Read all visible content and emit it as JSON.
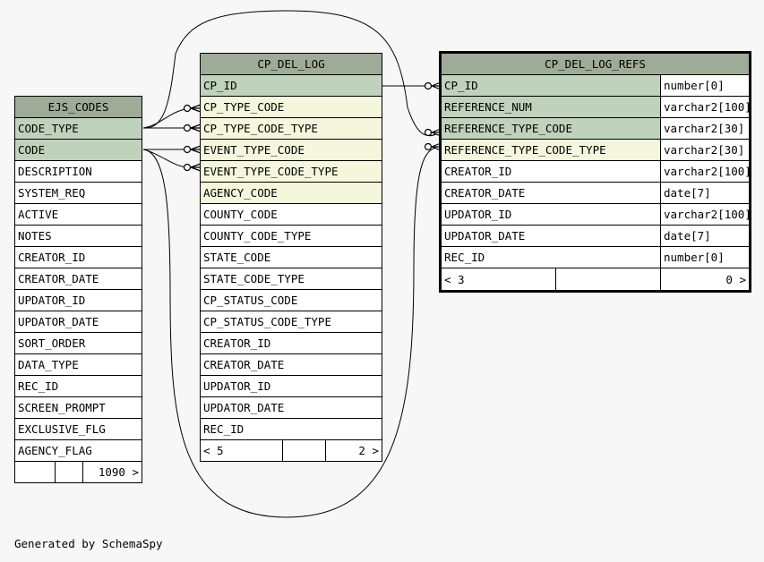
{
  "tables": {
    "ejs_codes": {
      "name": "EJS_CODES",
      "columns": [
        {
          "name": "CODE_TYPE",
          "kind": "pk"
        },
        {
          "name": "CODE",
          "kind": "pk"
        },
        {
          "name": "DESCRIPTION",
          "kind": ""
        },
        {
          "name": "SYSTEM_REQ",
          "kind": ""
        },
        {
          "name": "ACTIVE",
          "kind": ""
        },
        {
          "name": "NOTES",
          "kind": ""
        },
        {
          "name": "CREATOR_ID",
          "kind": ""
        },
        {
          "name": "CREATOR_DATE",
          "kind": ""
        },
        {
          "name": "UPDATOR_ID",
          "kind": ""
        },
        {
          "name": "UPDATOR_DATE",
          "kind": ""
        },
        {
          "name": "SORT_ORDER",
          "kind": ""
        },
        {
          "name": "DATA_TYPE",
          "kind": ""
        },
        {
          "name": "REC_ID",
          "kind": ""
        },
        {
          "name": "SCREEN_PROMPT",
          "kind": ""
        },
        {
          "name": "EXCLUSIVE_FLG",
          "kind": ""
        },
        {
          "name": "AGENCY_FLAG",
          "kind": ""
        }
      ],
      "footer": {
        "left": "",
        "mid": "",
        "right": "1090 >"
      }
    },
    "cp_del_log": {
      "name": "CP_DEL_LOG",
      "columns": [
        {
          "name": "CP_ID",
          "kind": "pk"
        },
        {
          "name": "CP_TYPE_CODE",
          "kind": "fk"
        },
        {
          "name": "CP_TYPE_CODE_TYPE",
          "kind": "fk"
        },
        {
          "name": "EVENT_TYPE_CODE",
          "kind": "fk"
        },
        {
          "name": "EVENT_TYPE_CODE_TYPE",
          "kind": "fk"
        },
        {
          "name": "AGENCY_CODE",
          "kind": "fk"
        },
        {
          "name": "COUNTY_CODE",
          "kind": ""
        },
        {
          "name": "COUNTY_CODE_TYPE",
          "kind": ""
        },
        {
          "name": "STATE_CODE",
          "kind": ""
        },
        {
          "name": "STATE_CODE_TYPE",
          "kind": ""
        },
        {
          "name": "CP_STATUS_CODE",
          "kind": ""
        },
        {
          "name": "CP_STATUS_CODE_TYPE",
          "kind": ""
        },
        {
          "name": "CREATOR_ID",
          "kind": ""
        },
        {
          "name": "CREATOR_DATE",
          "kind": ""
        },
        {
          "name": "UPDATOR_ID",
          "kind": ""
        },
        {
          "name": "UPDATOR_DATE",
          "kind": ""
        },
        {
          "name": "REC_ID",
          "kind": ""
        }
      ],
      "footer": {
        "left": "< 5",
        "mid": "",
        "right": "2 >"
      }
    },
    "cp_del_log_refs": {
      "name": "CP_DEL_LOG_REFS",
      "columns": [
        {
          "name": "CP_ID",
          "type": "number[0]",
          "kind": "pk"
        },
        {
          "name": "REFERENCE_NUM",
          "type": "varchar2[100]",
          "kind": "pk"
        },
        {
          "name": "REFERENCE_TYPE_CODE",
          "type": "varchar2[30]",
          "kind": "pk"
        },
        {
          "name": "REFERENCE_TYPE_CODE_TYPE",
          "type": "varchar2[30]",
          "kind": "fk"
        },
        {
          "name": "CREATOR_ID",
          "type": "varchar2[100]",
          "kind": ""
        },
        {
          "name": "CREATOR_DATE",
          "type": "date[7]",
          "kind": ""
        },
        {
          "name": "UPDATOR_ID",
          "type": "varchar2[100]",
          "kind": ""
        },
        {
          "name": "UPDATOR_DATE",
          "type": "date[7]",
          "kind": ""
        },
        {
          "name": "REC_ID",
          "type": "number[0]",
          "kind": ""
        }
      ],
      "footer": {
        "left": "< 3",
        "mid": "",
        "right": "0 >"
      }
    }
  },
  "footer_text": "Generated by SchemaSpy",
  "colors": {
    "header": "#9eab97",
    "primary_key": "#bfd2bb",
    "foreign_key": "#f4f7dc",
    "background": "#f7f7f7"
  }
}
